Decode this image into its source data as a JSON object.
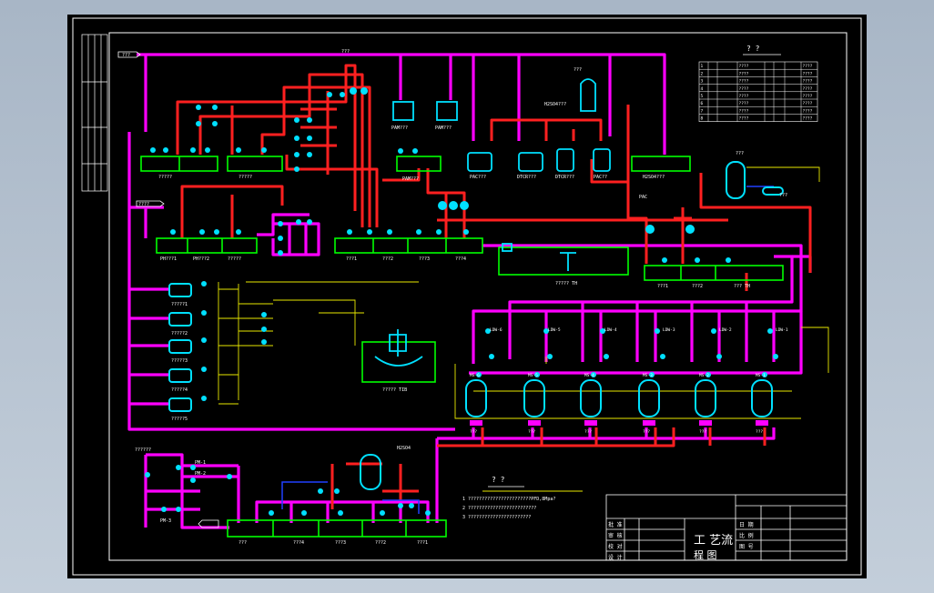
{
  "colors": {
    "background": "#000000",
    "frame": "#ffffff",
    "pipe_magenta": "#ff00ff",
    "pipe_red": "#ff2020",
    "pipe_yellow": "#e8e800",
    "pipe_blue": "#2040ff",
    "equipment_cyan": "#00e0ff",
    "tank_green": "#00ff00",
    "label": "#ffffff"
  },
  "top_legend": {
    "title": "? ?"
  },
  "legend_table": {
    "rows": [
      [
        "1",
        "",
        "",
        "????",
        "",
        "",
        "????"
      ],
      [
        "2",
        "",
        "",
        "????",
        "",
        "",
        "????"
      ],
      [
        "3",
        "",
        "",
        "????",
        "",
        "",
        "????"
      ],
      [
        "4",
        "",
        "",
        "????",
        "",
        "",
        "????"
      ],
      [
        "5",
        "",
        "",
        "????",
        "",
        "",
        "????"
      ],
      [
        "6",
        "",
        "",
        "????",
        "",
        "",
        "????"
      ],
      [
        "7",
        "",
        "",
        "????",
        "",
        "",
        "????"
      ],
      [
        "8",
        "",
        "",
        "????",
        "",
        "",
        "????"
      ]
    ]
  },
  "notes": {
    "title": "? ?",
    "lines": [
      "1 ???????????????????????PFD,8Mpa?",
      "2 ?????????????????????????",
      "3 ???????????????????????"
    ]
  },
  "title_block": {
    "drawing_title_1": "工 艺流",
    "drawing_title_2": "程 图",
    "left_labels": [
      "设 计",
      "校 对",
      "审 核",
      "批 准"
    ],
    "right_labels": [
      "图 号",
      "比 例",
      "日 期"
    ]
  },
  "labels": {
    "feed_top": "???",
    "feed_left": "????",
    "main_header": "???",
    "pam_main": "PAM???",
    "pam_2": "PAM???",
    "pam_3": "PAM???",
    "pac_1": "PAC???",
    "dtcr_1": "DTCR???",
    "dtcr_2": "DTCR???",
    "pac_2": "PAC??",
    "h2so4_tank": "H2SO4???",
    "h2so4_store": "H2SO4???",
    "dosing_group_1": "?????",
    "dosing_group_2": "?????",
    "ph_tank_1": "PH???1",
    "ph_tank_2": "PH???2",
    "react_tank": "?????",
    "mix_1": "???1",
    "mix_2": "???2",
    "mix_3": "???3",
    "mix_4": "???4",
    "settler": "????? TH",
    "clearwell_1": "???1",
    "clearwell_2": "???2",
    "clearwell_3": "??? TH",
    "clarifier": "????? TIB",
    "filter_1": "?????1",
    "filter_2": "?????2",
    "filter_3": "?????3",
    "filter_4": "?????4",
    "filter_5": "?????5",
    "bottom_feed": "??????",
    "bottom_pump_1": "PM-1",
    "bottom_pump_2": "PM-2",
    "bottom_pump_3": "PM-3",
    "bottom_tank_0": "???",
    "bottom_tank_1": "???4",
    "bottom_tank_2": "???3",
    "bottom_tank_3": "???2",
    "bottom_tank_4": "???1",
    "pipe_tag_1": "H2SO4",
    "pipe_tag_2": "PAC",
    "pipe_tag_3": "???",
    "pressure_vessel": "???",
    "hydro_drum": "???"
  },
  "filters": [
    {
      "top": "MS-6",
      "mid": "LDW-6",
      "bottom": "???"
    },
    {
      "top": "MS-5",
      "mid": "LDW-5",
      "bottom": "???"
    },
    {
      "top": "MS-4",
      "mid": "LDW-4",
      "bottom": "???"
    },
    {
      "top": "MS-3",
      "mid": "LDW-3",
      "bottom": "???"
    },
    {
      "top": "MS-2",
      "mid": "LDW-2",
      "bottom": "???"
    },
    {
      "top": "MS-1",
      "mid": "LDW-1",
      "bottom": "???"
    }
  ]
}
